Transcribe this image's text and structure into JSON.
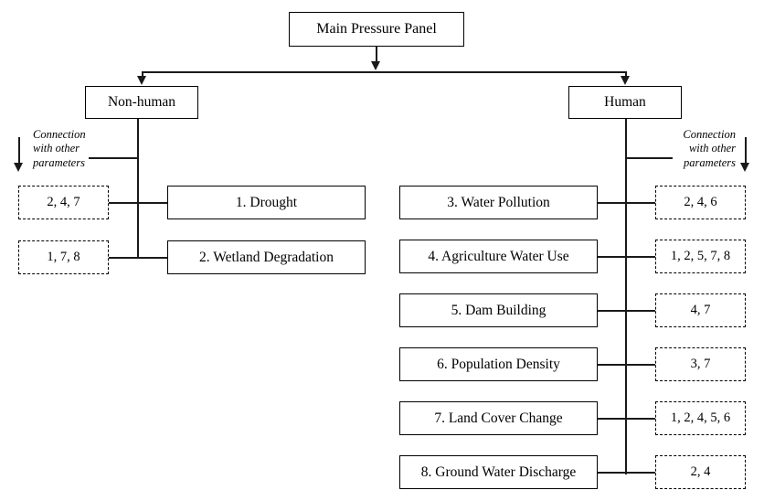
{
  "diagram": {
    "title": "Main Pressure Panel",
    "root": {
      "label": "Main Pressure Panel"
    },
    "branches": {
      "non_human": {
        "label": "Non-human"
      },
      "human": {
        "label": "Human"
      }
    },
    "annotations": {
      "left": "Connection\nwith other\nparameters",
      "right": "Connection\nwith other\nparameters"
    },
    "non_human_items": [
      {
        "label": "1. Drought",
        "connections": "2, 4, 7"
      },
      {
        "label": "2. Wetland Degradation",
        "connections": "1, 7, 8"
      }
    ],
    "human_items": [
      {
        "label": "3. Water Pollution",
        "connections": "2, 4, 6"
      },
      {
        "label": "4. Agriculture Water Use",
        "connections": "1, 2, 5, 7, 8"
      },
      {
        "label": "5. Dam Building",
        "connections": "4, 7"
      },
      {
        "label": "6. Population Density",
        "connections": "3, 7"
      },
      {
        "label": "7. Land Cover Change",
        "connections": "1, 2, 4, 5, 6"
      },
      {
        "label": "8. Ground Water Discharge",
        "connections": "2, 4"
      }
    ],
    "colors": {
      "stroke": "#1a1a1a",
      "text": "#000000",
      "background": "#ffffff"
    }
  }
}
